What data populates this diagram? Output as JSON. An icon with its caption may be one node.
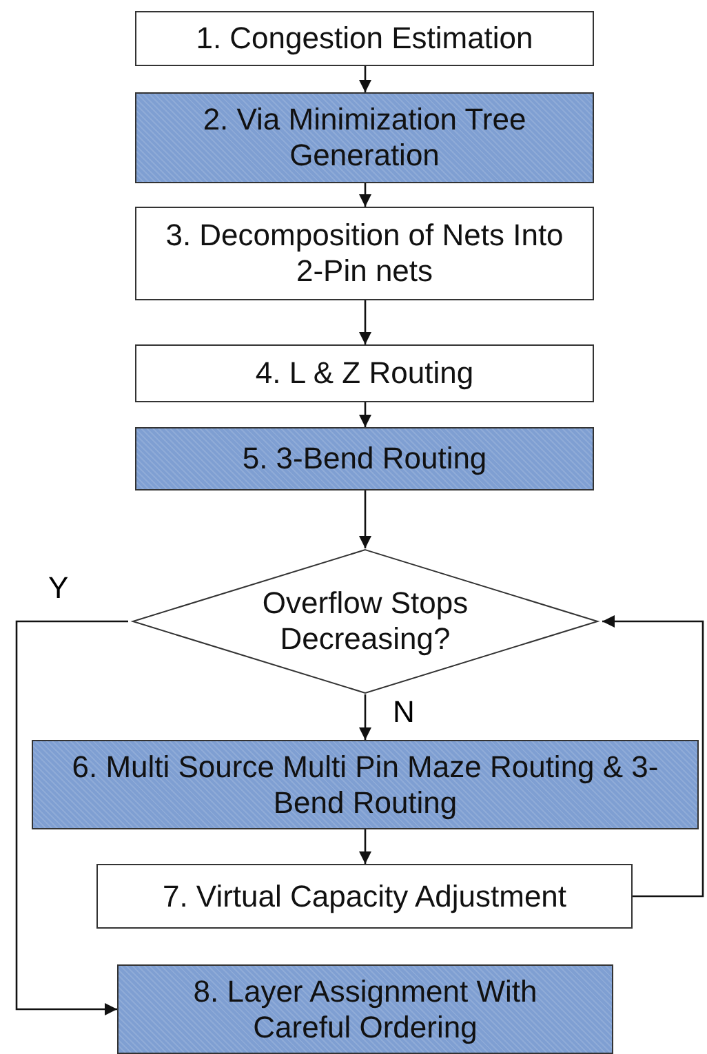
{
  "diagram": {
    "nodes": [
      {
        "text": [
          "1. Congestion Estimation"
        ]
      },
      {
        "text": [
          "2. Via Minimization Tree Generation"
        ]
      },
      {
        "text": [
          "3. Decomposition of Nets Into 2-Pin nets"
        ]
      },
      {
        "text": [
          "4. L & Z Routing"
        ]
      },
      {
        "text": [
          "5. 3-Bend Routing"
        ]
      },
      {
        "text": [
          "Overflow Stops Decreasing?"
        ]
      },
      {
        "text": [
          "6. Multi Source Multi Pin Maze Routing & 3-Bend Routing"
        ]
      },
      {
        "text": [
          "7. Virtual Capacity Adjustment"
        ]
      },
      {
        "text": [
          "8. Layer Assignment With Careful Ordering"
        ]
      }
    ],
    "edges": [
      {
        "from": 0,
        "to": 1,
        "arrow": "to"
      },
      {
        "from": 1,
        "to": 2,
        "arrow": "to"
      },
      {
        "from": 2,
        "to": 3,
        "arrow": "to"
      },
      {
        "from": 3,
        "to": 4,
        "arrow": "to"
      },
      {
        "from": 4,
        "to": 5,
        "arrow": "to"
      },
      {
        "from": 5,
        "to": 6,
        "arrow": "to",
        "label": "N"
      },
      {
        "from": 6,
        "to": 7,
        "arrow": "to"
      },
      {
        "from": 7,
        "to": 5,
        "arrow": "to"
      },
      {
        "from": 5,
        "to": 8,
        "arrow": "to",
        "label": "Y"
      }
    ]
  }
}
